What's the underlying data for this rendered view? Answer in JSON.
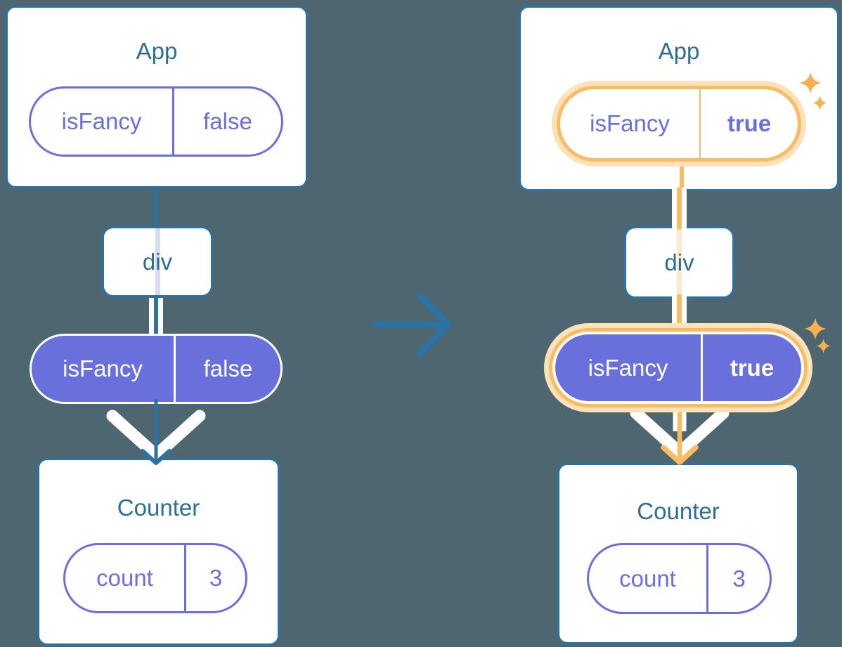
{
  "left": {
    "app_title": "App",
    "app_prop_name": "isFancy",
    "app_prop_value": "false",
    "div_label": "div",
    "state_name": "isFancy",
    "state_value": "false",
    "counter_title": "Counter",
    "count_name": "count",
    "count_value": "3"
  },
  "right": {
    "app_title": "App",
    "app_prop_name": "isFancy",
    "app_prop_value": "true",
    "div_label": "div",
    "state_name": "isFancy",
    "state_value": "true",
    "counter_title": "Counter",
    "count_name": "count",
    "count_value": "3"
  },
  "icons": {
    "transition_arrow": "right-arrow",
    "prop_flow_arrow": "down-chevron-arrow",
    "sparkle": "four-point-star"
  },
  "colors": {
    "background": "#4D6670",
    "card_border": "#2C72A3",
    "node_text": "#2E6D96",
    "violet": "#6A6FDB",
    "state_pill_fill": "#6A70DB",
    "highlight_orange": "#F9BC62",
    "highlight_glow": "#FBE2B8",
    "sparkle_orange": "#F6B052",
    "pale_blue_line": "#D6DDF2",
    "pale_orange_line": "#FCE8CB"
  }
}
